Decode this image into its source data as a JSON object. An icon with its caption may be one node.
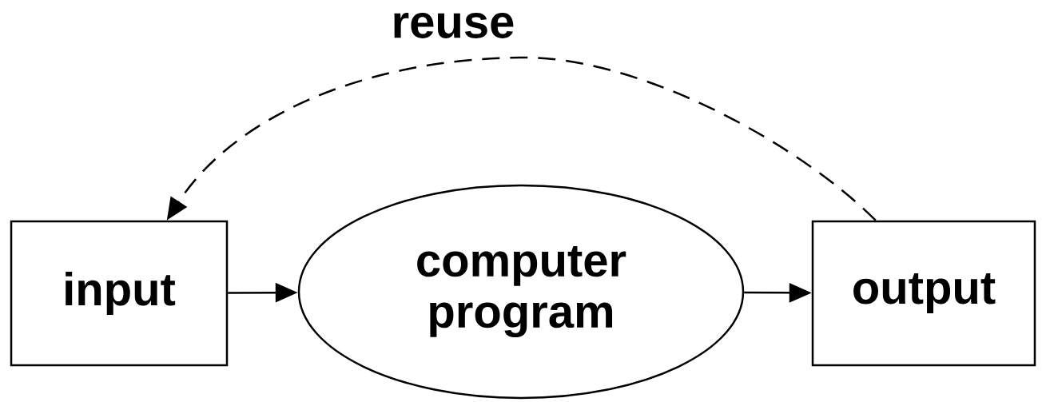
{
  "diagram": {
    "nodes": [
      {
        "text": [
          "input"
        ]
      },
      {
        "text": [
          "computer program"
        ]
      },
      {
        "text": [
          "output"
        ]
      }
    ],
    "edges": [
      {
        "from": 0,
        "to": 1,
        "arrow": "to"
      },
      {
        "from": 1,
        "to": 2,
        "arrow": "to"
      },
      {
        "from": 2,
        "to": 0,
        "arrow": "to",
        "label": "reuse",
        "style": "dashed"
      }
    ]
  }
}
